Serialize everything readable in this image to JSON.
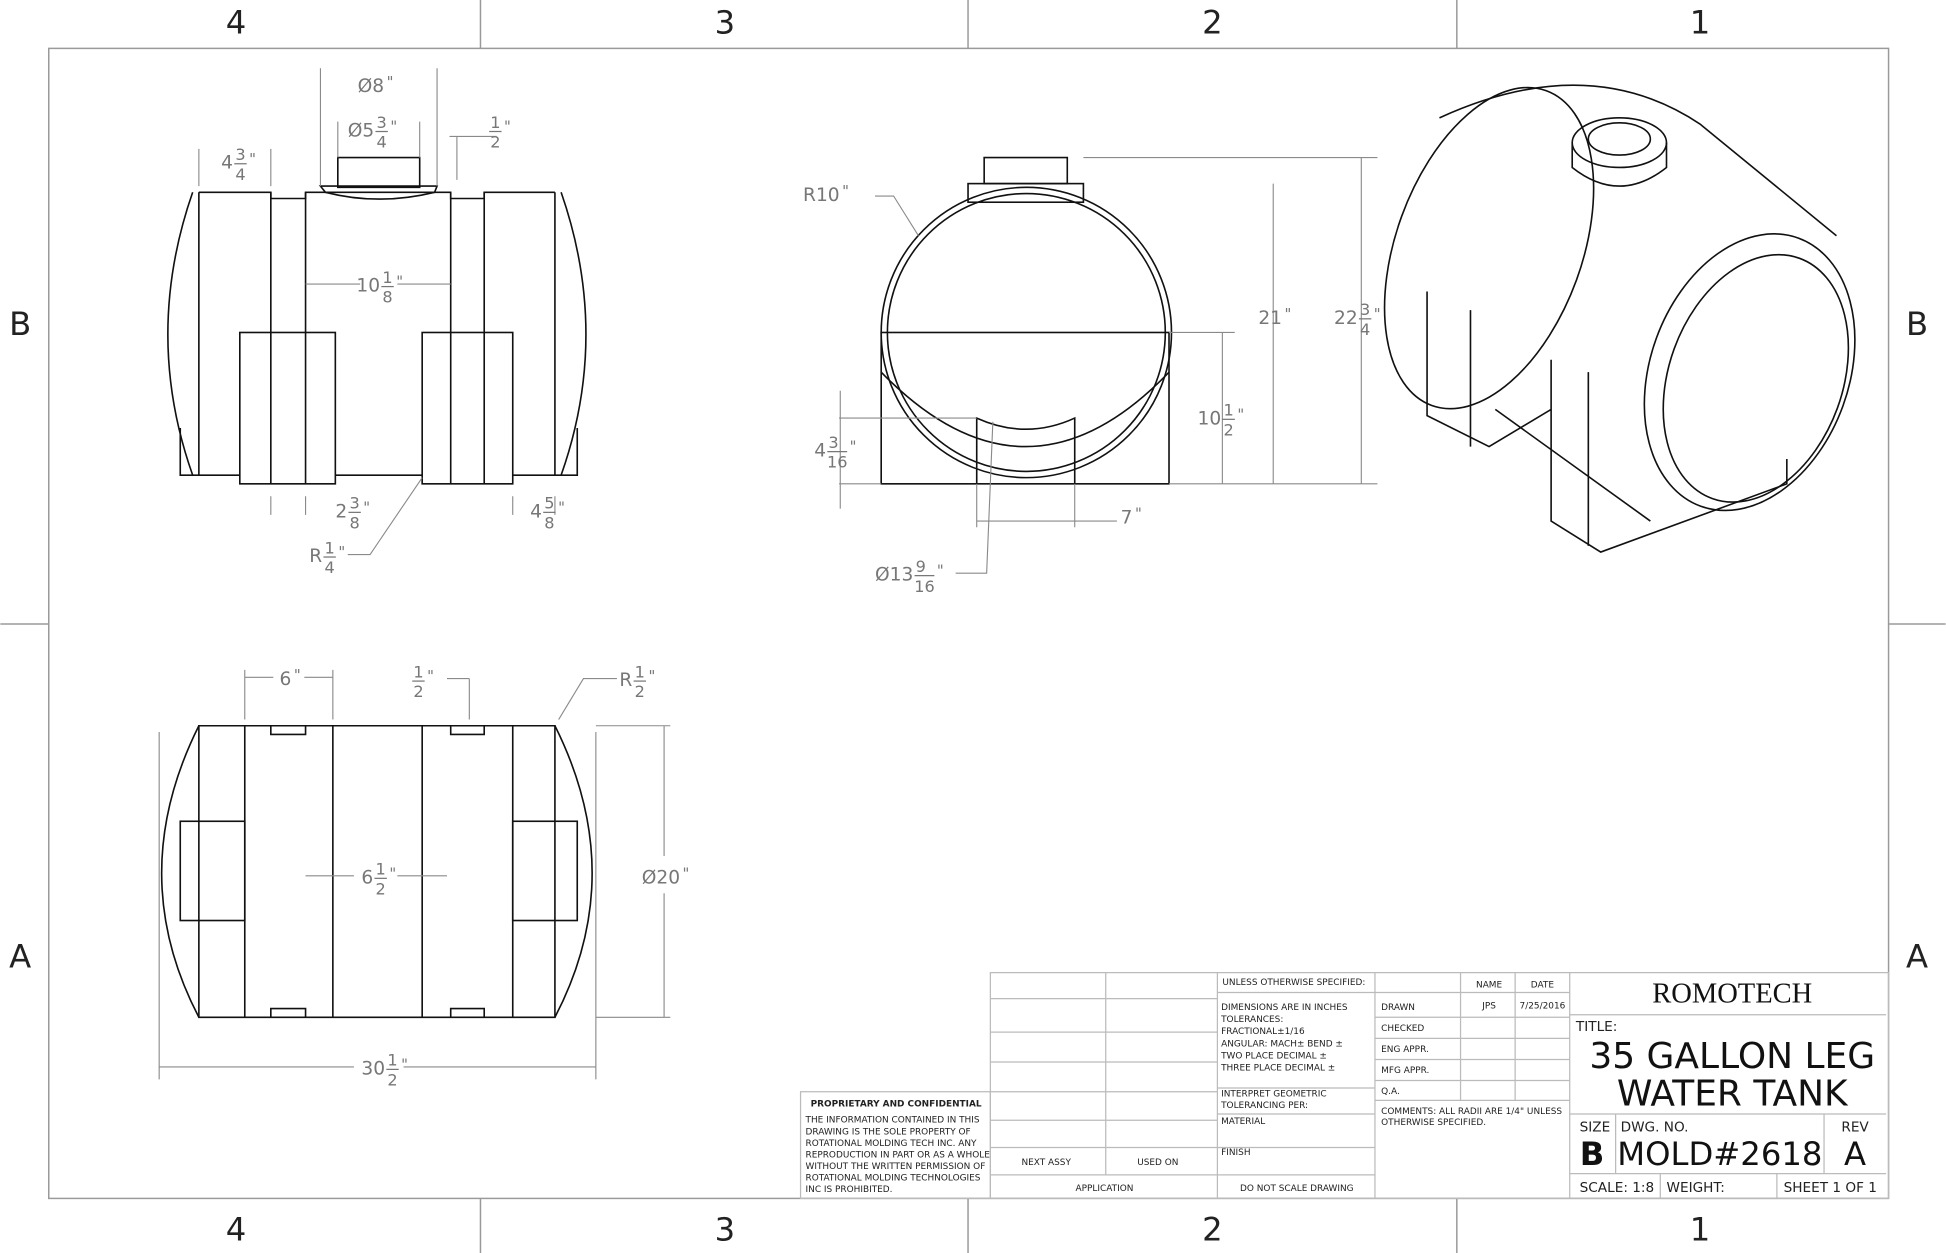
{
  "zones": {
    "cols": [
      "4",
      "3",
      "2",
      "1"
    ],
    "rows": [
      "B",
      "A"
    ]
  },
  "dims": [
    {
      "id": "top-nozzle-outer-dia",
      "pre": "Ø",
      "whole": "8",
      "num": "",
      "den": ""
    },
    {
      "id": "top-nozzle-inner-dia",
      "pre": "Ø",
      "whole": "5",
      "num": "3",
      "den": "4"
    },
    {
      "id": "nozzle-step",
      "pre": "",
      "whole": "",
      "num": "1",
      "den": "2"
    },
    {
      "id": "end-band-width",
      "pre": "",
      "whole": "4",
      "num": "3",
      "den": "4"
    },
    {
      "id": "center-width",
      "pre": "",
      "whole": "10",
      "num": "1",
      "den": "8"
    },
    {
      "id": "rib-width",
      "pre": "",
      "whole": "2",
      "num": "3",
      "den": "8"
    },
    {
      "id": "leg-offset",
      "pre": "",
      "whole": "4",
      "num": "5",
      "den": "8"
    },
    {
      "id": "leg-radius",
      "pre": "R",
      "whole": "",
      "num": "1",
      "den": "4"
    },
    {
      "id": "body-radius",
      "pre": "R10",
      "whole": "",
      "num": "",
      "den": ""
    },
    {
      "id": "body-height",
      "pre": "",
      "whole": "21",
      "num": "",
      "den": ""
    },
    {
      "id": "overall-height",
      "pre": "",
      "whole": "22",
      "num": "3",
      "den": "4"
    },
    {
      "id": "center-height",
      "pre": "",
      "whole": "10",
      "num": "1",
      "den": "2"
    },
    {
      "id": "saddle-height",
      "pre": "",
      "whole": "4",
      "num": "3",
      "den": "16"
    },
    {
      "id": "saddle-half-width",
      "pre": "",
      "whole": "7",
      "num": "",
      "den": ""
    },
    {
      "id": "saddle-dia",
      "pre": "Ø",
      "whole": "13",
      "num": "9",
      "den": "16"
    },
    {
      "id": "plan-end-band",
      "pre": "",
      "whole": "6",
      "num": "",
      "den": ""
    },
    {
      "id": "plan-notch",
      "pre": "",
      "whole": "",
      "num": "1",
      "den": "2"
    },
    {
      "id": "plan-radius",
      "pre": "R",
      "whole": "",
      "num": "1",
      "den": "2"
    },
    {
      "id": "plan-center",
      "pre": "",
      "whole": "6",
      "num": "1",
      "den": "2"
    },
    {
      "id": "plan-dia",
      "pre": "Ø",
      "whole": "20",
      "num": "",
      "den": ""
    },
    {
      "id": "overall-length",
      "pre": "",
      "whole": "30",
      "num": "1",
      "den": "2"
    }
  ],
  "proprietary": {
    "heading": "PROPRIETARY AND CONFIDENTIAL",
    "lines": [
      "THE INFORMATION CONTAINED IN THIS",
      "DRAWING IS THE SOLE PROPERTY OF",
      "ROTATIONAL MOLDING TECH INC.  ANY",
      "REPRODUCTION IN PART OR AS A WHOLE",
      "WITHOUT THE WRITTEN PERMISSION OF",
      "ROTATIONAL MOLDING TECHNOLOGIES",
      "INC IS PROHIBITED."
    ]
  },
  "block": {
    "next_assy": "NEXT ASSY",
    "used_on": "USED ON",
    "application": "APPLICATION",
    "unless": "UNLESS OTHERWISE SPECIFIED:",
    "tol": [
      "DIMENSIONS ARE IN INCHES",
      "TOLERANCES:",
      "FRACTIONAL±1/16",
      "ANGULAR: MACH±    BEND ±",
      "TWO PLACE DECIMAL   ±",
      "THREE PLACE DECIMAL  ±"
    ],
    "interpret": [
      "INTERPRET GEOMETRIC",
      "TOLERANCING PER:"
    ],
    "material": "MATERIAL",
    "finish": "FINISH",
    "no_scale": "DO NOT SCALE DRAWING",
    "name_h": "NAME",
    "date_h": "DATE",
    "drawn": "DRAWN",
    "drawn_name": "JPS",
    "drawn_date": "7/25/2016",
    "checked": "CHECKED",
    "eng": "ENG APPR.",
    "mfg": "MFG APPR.",
    "qa": "Q.A.",
    "comments": [
      "COMMENTS:  ALL RADII ARE 1/4\" UNLESS",
      "OTHERWISE SPECIFIED."
    ],
    "company": "ROMOTECH",
    "title_label": "TITLE:",
    "title": [
      "35 GALLON LEG",
      "WATER TANK"
    ],
    "size_label": "SIZE",
    "size": "B",
    "dwg_label": "DWG.  NO.",
    "dwg": "MOLD#2618",
    "rev_label": "REV",
    "rev": "A",
    "scale": "SCALE: 1:8",
    "weight": "WEIGHT:",
    "sheet": "SHEET 1 OF 1"
  }
}
